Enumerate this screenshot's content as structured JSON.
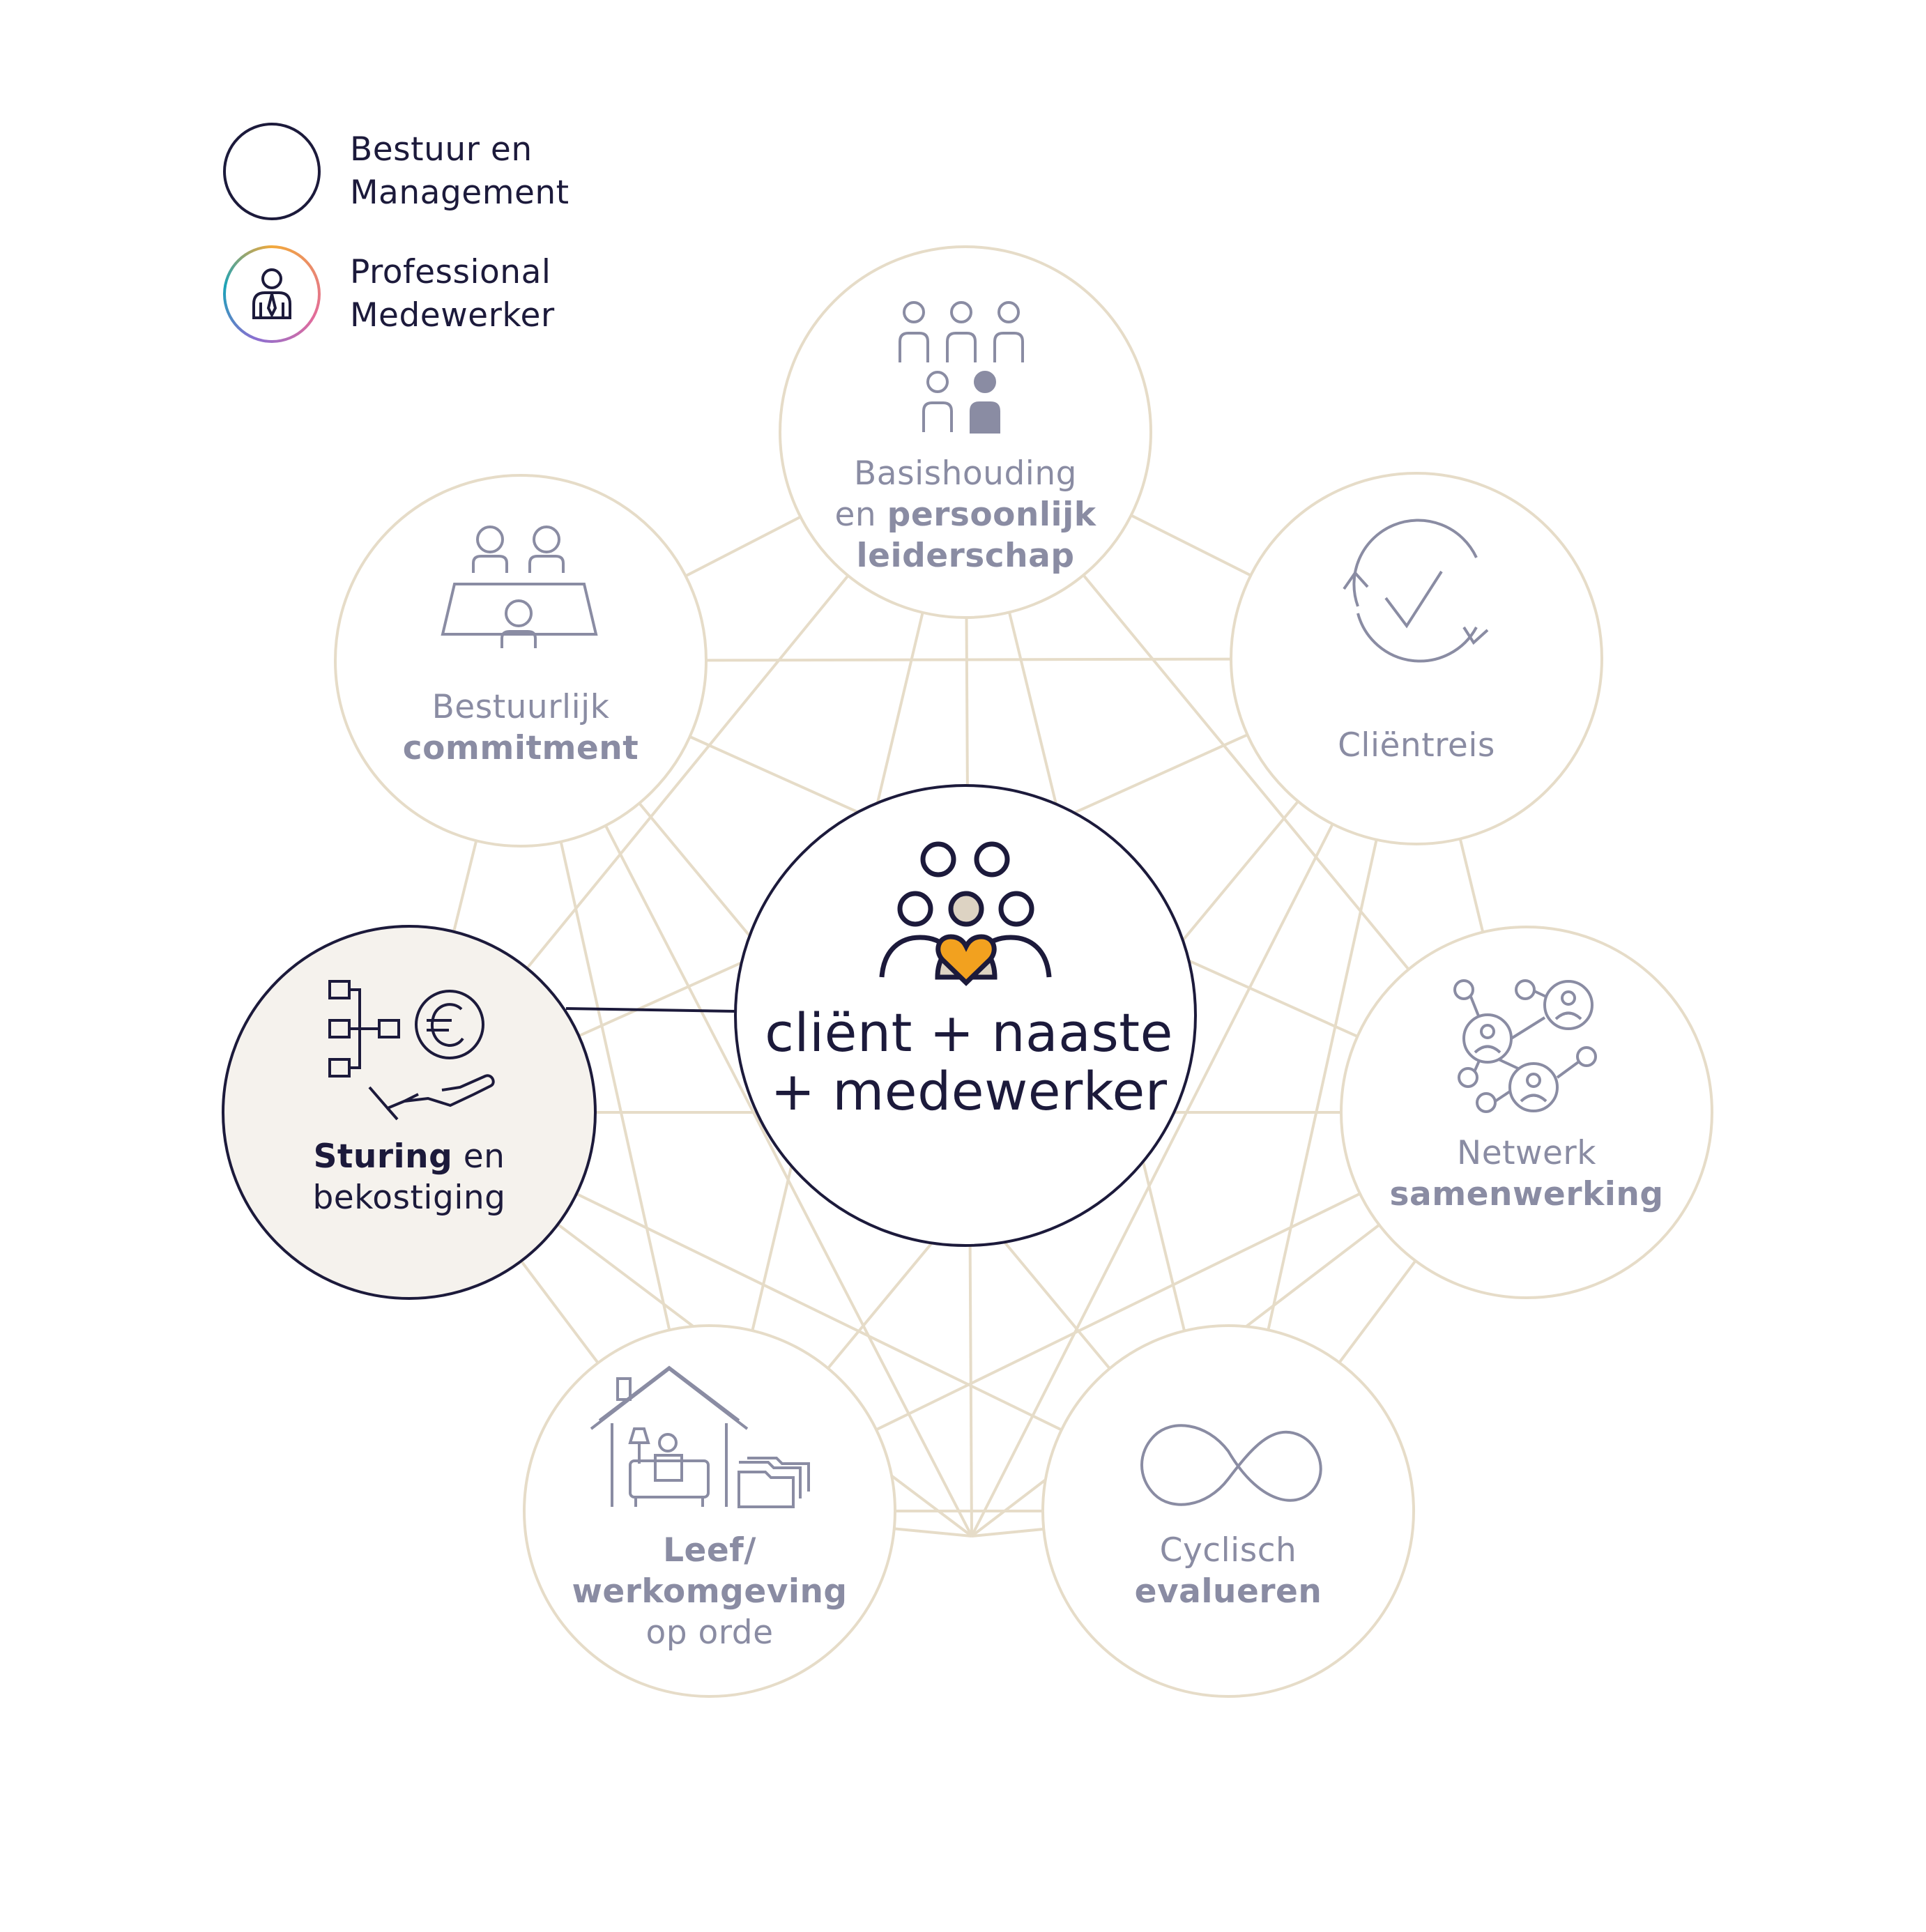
{
  "legend": [
    {
      "line1": "Bestuur en",
      "line2": "Management"
    },
    {
      "line1": "Professional",
      "line2": "Medewerker"
    }
  ],
  "center": {
    "line1": "cliënt + naaste",
    "line2": "+ medewerker"
  },
  "nodes": {
    "basishouding": {
      "line1_a": "Basishouding",
      "line2_a": "en ",
      "line2_b": "persoonlijk",
      "line3_b": "leiderschap"
    },
    "clientreis": {
      "line1_a": "Cliëntreis"
    },
    "netwerk": {
      "line1_a": "Netwerk",
      "line2_b": "samenwerking"
    },
    "cyclisch": {
      "line1_a": "Cyclisch",
      "line2_b": "evalueren"
    },
    "leefomgeving": {
      "line1_b": "Leef/",
      "line2_b": "werkomgeving",
      "line3_a": "op orde"
    },
    "sturing": {
      "line1_b": "Sturing",
      "line1_a": " en",
      "line2_a": "bekostiging"
    },
    "bestuurlijk": {
      "line1_a": "Bestuurlijk",
      "line2_b": "commitment"
    }
  },
  "colors": {
    "navy": "#1c1a3b",
    "beige": "#e6dcc8",
    "grey_text": "#8a8ca3",
    "active_fill": "#f5f2ed",
    "heart": "#f2a11f",
    "person_fill": "#ddd3c3"
  },
  "icons": {
    "legend_1": "person-tie-icon",
    "legend_2": "person-tie-icon",
    "center": "family-heart-icon",
    "basishouding": "group-people-icon",
    "clientreis": "cycle-check-icon",
    "netwerk": "network-people-icon",
    "cyclisch": "infinity-icon",
    "leefomgeving": "home-office-icon",
    "sturing": "flow-euro-hand-icon",
    "bestuurlijk": "meeting-table-icon"
  }
}
